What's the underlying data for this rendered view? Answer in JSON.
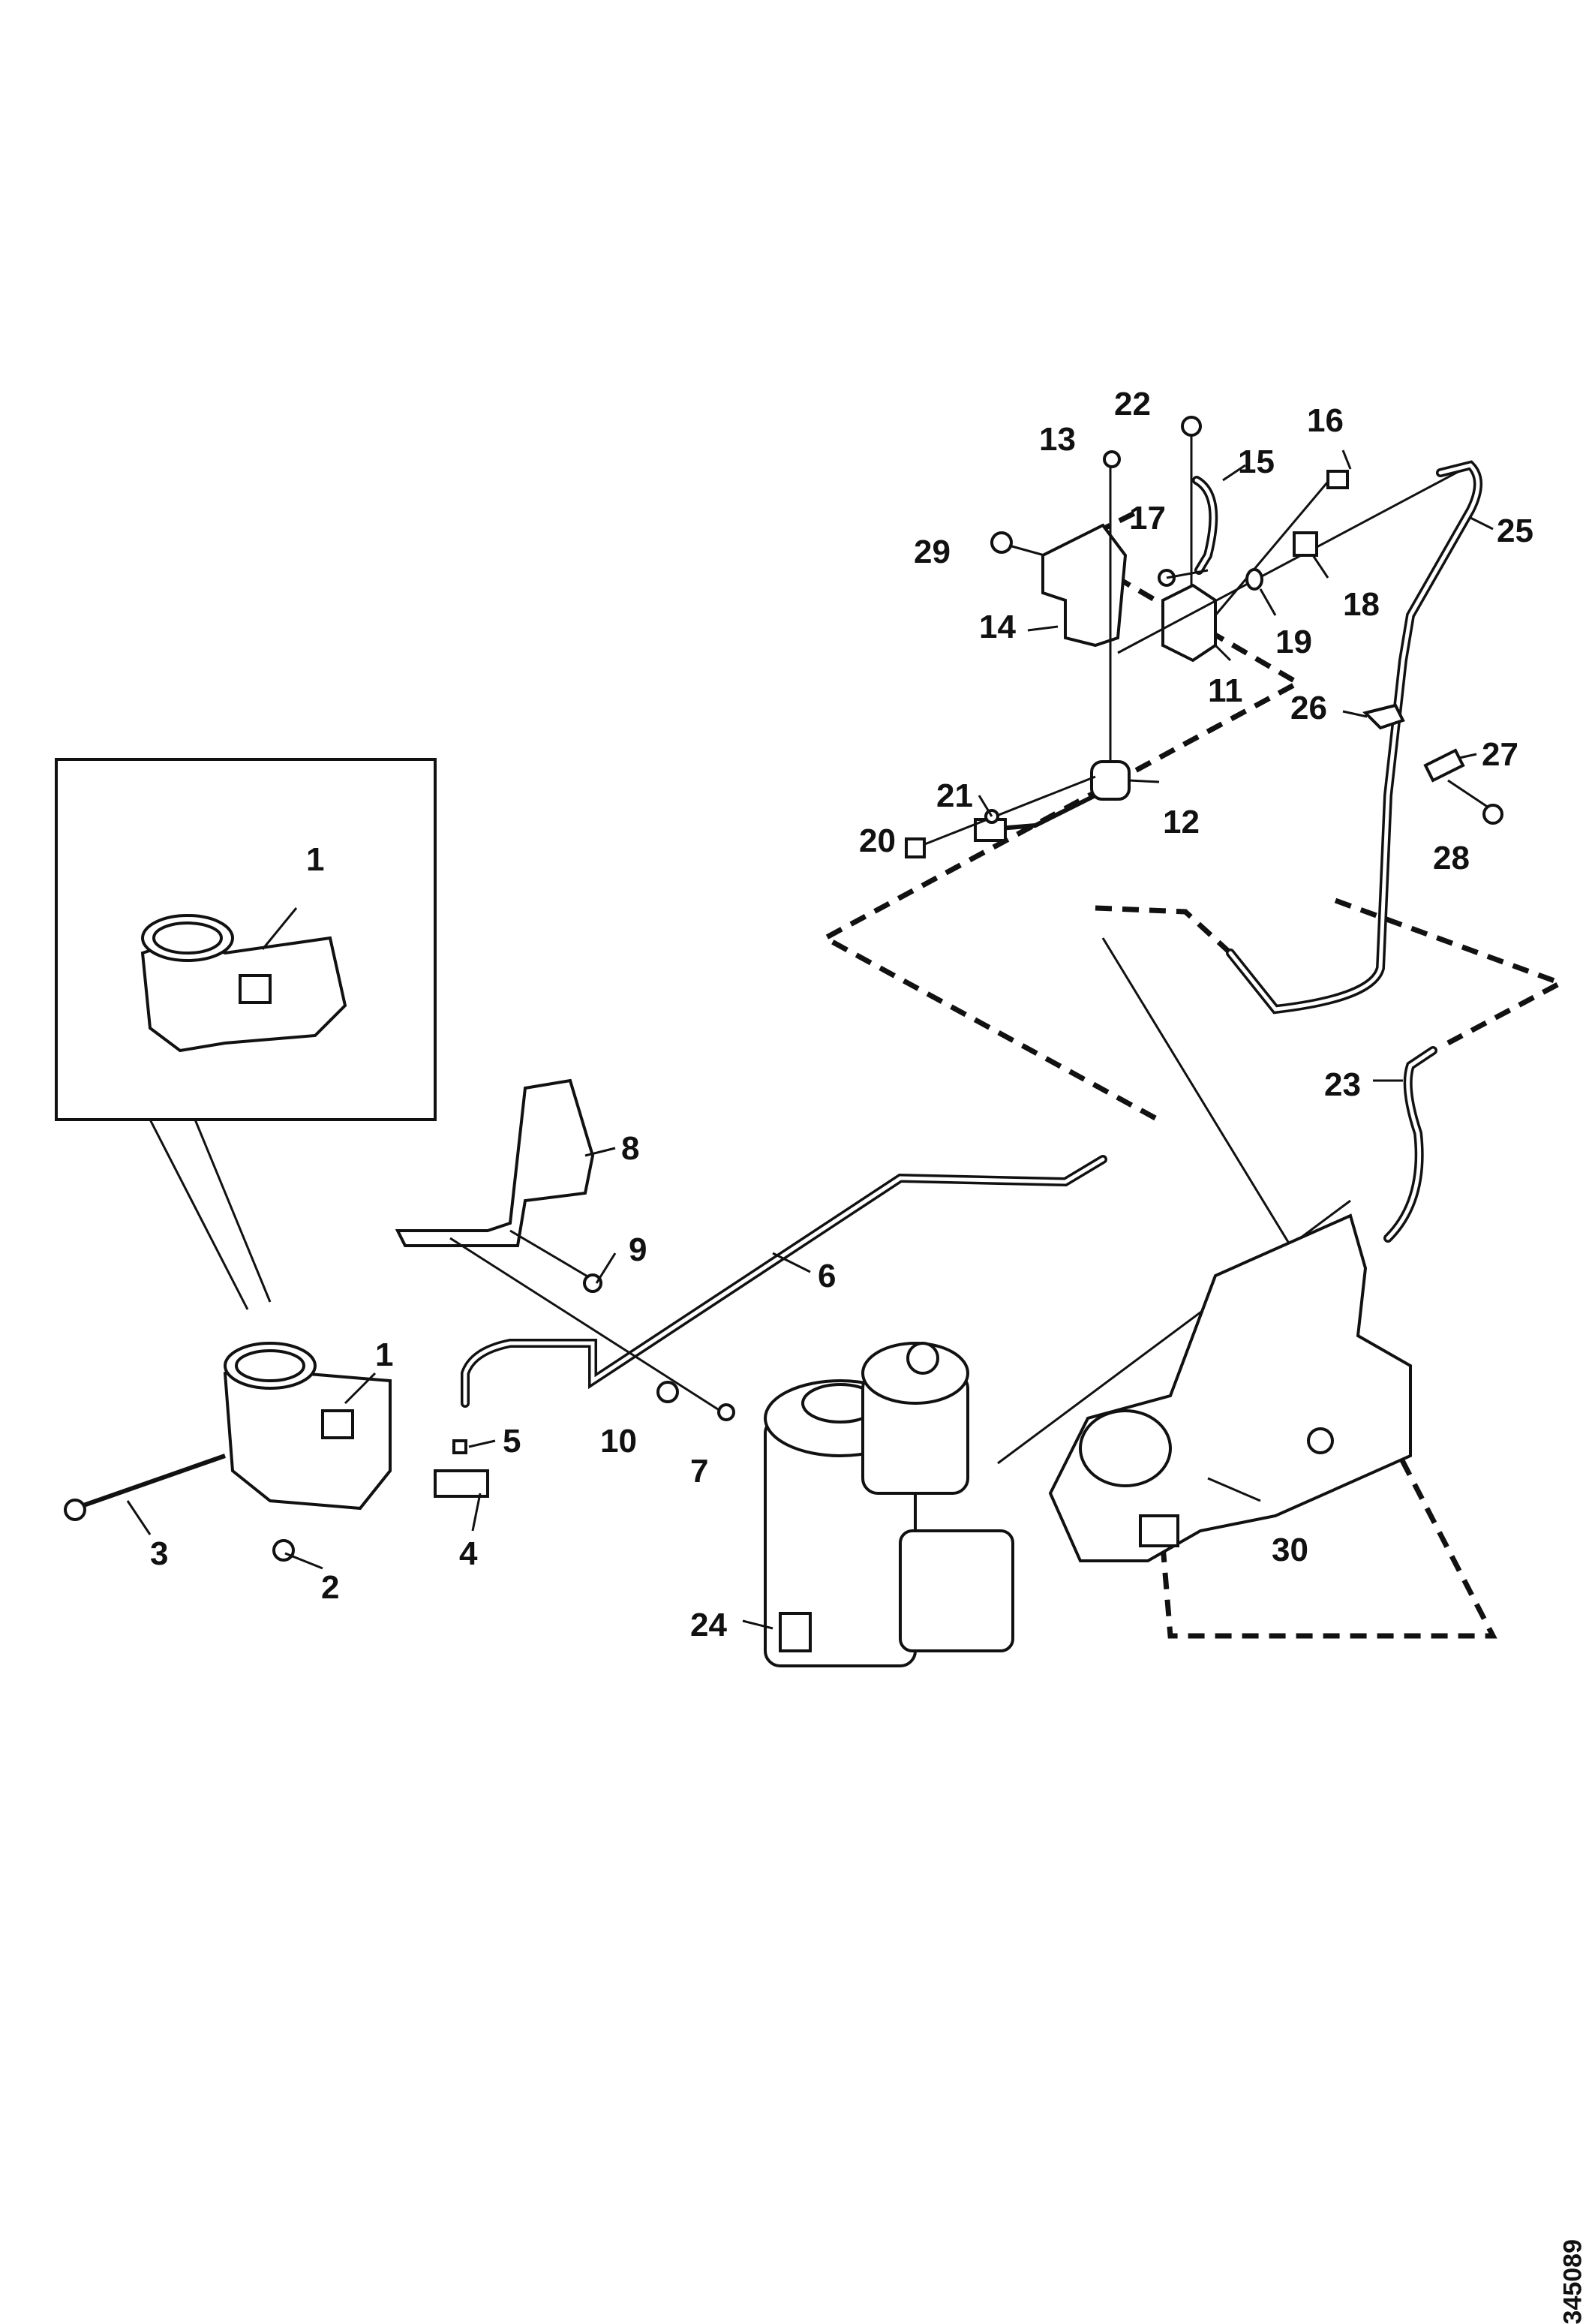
{
  "figure": {
    "id": "345089",
    "callouts": [
      "1",
      "1",
      "2",
      "3",
      "4",
      "5",
      "6",
      "7",
      "8",
      "9",
      "10",
      "11",
      "12",
      "13",
      "14",
      "15",
      "16",
      "17",
      "18",
      "19",
      "20",
      "21",
      "22",
      "23",
      "24",
      "25",
      "26",
      "27",
      "28",
      "29",
      "30"
    ]
  }
}
